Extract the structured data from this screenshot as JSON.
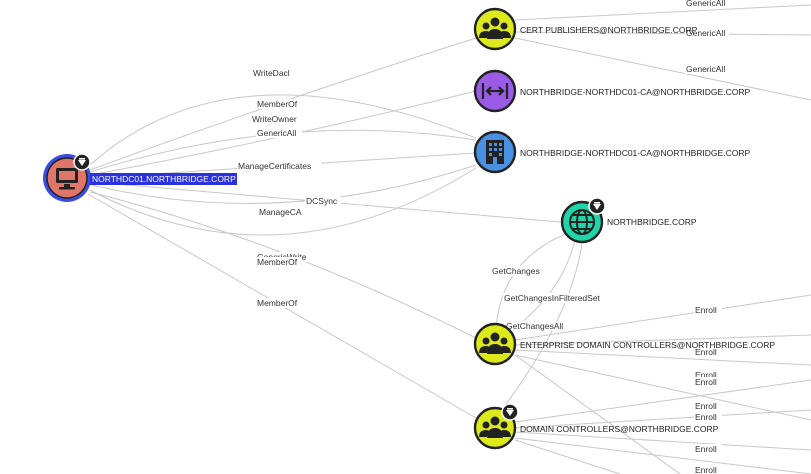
{
  "nodes": {
    "computer": {
      "label": "NORTHDC01.NORTHBRIDGE.CORP",
      "icon": "computer-icon",
      "color": "#e0756a",
      "selected": true
    },
    "cert_publishers": {
      "label": "CERT PUBLISHERS@NORTHBRIDGE.CORP",
      "icon": "group-icon",
      "color": "#dcea1c"
    },
    "ca_enterprise": {
      "label": "NORTHBRIDGE-NORTHDC01-CA@NORTHBRIDGE.CORP",
      "icon": "enterprise-ca-icon",
      "color": "#9a5ce6"
    },
    "ca_root": {
      "label": "NORTHBRIDGE-NORTHDC01-CA@NORTHBRIDGE.CORP",
      "icon": "root-ca-icon",
      "color": "#4a90e2"
    },
    "domain": {
      "label": "NORTHBRIDGE.CORP",
      "icon": "globe-icon",
      "color": "#1ed6a8"
    },
    "edc": {
      "label": "ENTERPRISE DOMAIN CONTROLLERS@NORTHBRIDGE.CORP",
      "icon": "group-icon",
      "color": "#dcea1c"
    },
    "dc": {
      "label": "DOMAIN CONTROLLERS@NORTHBRIDGE.CORP",
      "icon": "group-icon",
      "color": "#dcea1c"
    }
  },
  "edge_labels": {
    "write_dacl": "WriteDacl",
    "member_of_1": "MemberOf",
    "write_owner": "WriteOwner",
    "generic_all": "GenericAll",
    "manage_certificates": "ManageCertificates",
    "dcsync": "DCSync",
    "manage_ca": "ManageCA",
    "generic_write": "GenericWrite",
    "member_of_2": "MemberOf",
    "member_of_3": "MemberOf",
    "generic_all_top": "GenericAll",
    "generic_all_mid": "GenericAll",
    "generic_all_low": "GenericAll",
    "get_changes": "GetChanges",
    "get_changes_filtered": "GetChangesInFilteredSet",
    "get_changes_all": "GetChangesAll",
    "enroll_1": "Enroll",
    "enroll_2": "Enroll",
    "enroll_3": "Enroll",
    "enroll_4": "Enroll",
    "enroll_5": "Enroll",
    "enroll_6": "Enroll",
    "enroll_7": "Enroll",
    "enroll_8": "Enroll"
  }
}
